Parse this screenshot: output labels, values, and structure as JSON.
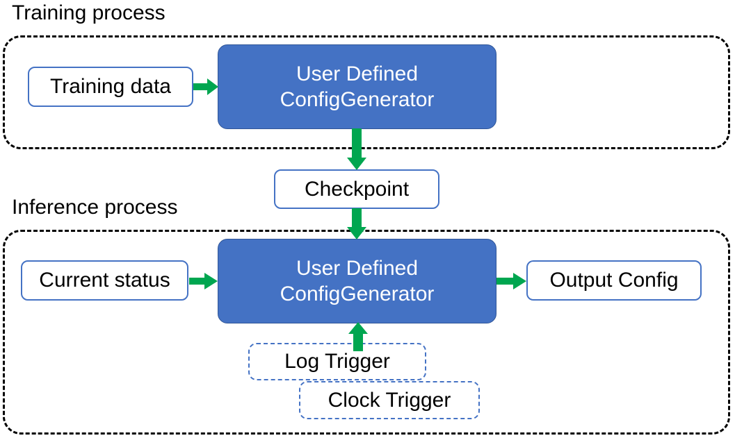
{
  "diagram": {
    "title_training": "Training process",
    "title_inference": "Inference process",
    "colors": {
      "primary_fill": "#4472C4",
      "primary_border": "#2F5597",
      "node_outline": "#4472C4",
      "arrow": "#00A650",
      "group_border": "#000000",
      "text_dark": "#000000",
      "text_light": "#FFFFFF"
    },
    "training": {
      "group_label": "Training process",
      "input": "Training data",
      "processor_line1": "User Defined",
      "processor_line2": "ConfigGenerator"
    },
    "checkpoint": "Checkpoint",
    "inference": {
      "group_label": "Inference process",
      "input": "Current status",
      "processor_line1": "User Defined",
      "processor_line2": "ConfigGenerator",
      "output": "Output Config",
      "trigger_log": "Log Trigger",
      "trigger_clock": "Clock Trigger"
    },
    "edges": [
      {
        "name": "training-data-to-generator",
        "from": "Training data",
        "to": "User Defined ConfigGenerator",
        "direction": "right"
      },
      {
        "name": "generator-to-checkpoint",
        "from": "User Defined ConfigGenerator",
        "to": "Checkpoint",
        "direction": "down"
      },
      {
        "name": "checkpoint-to-inference-generator",
        "from": "Checkpoint",
        "to": "User Defined ConfigGenerator",
        "direction": "down"
      },
      {
        "name": "current-status-to-generator",
        "from": "Current status",
        "to": "User Defined ConfigGenerator",
        "direction": "right"
      },
      {
        "name": "generator-to-output-config",
        "from": "User Defined ConfigGenerator",
        "to": "Output Config",
        "direction": "right"
      },
      {
        "name": "triggers-to-generator",
        "from": "Log Trigger / Clock Trigger",
        "to": "User Defined ConfigGenerator",
        "direction": "up"
      }
    ]
  }
}
